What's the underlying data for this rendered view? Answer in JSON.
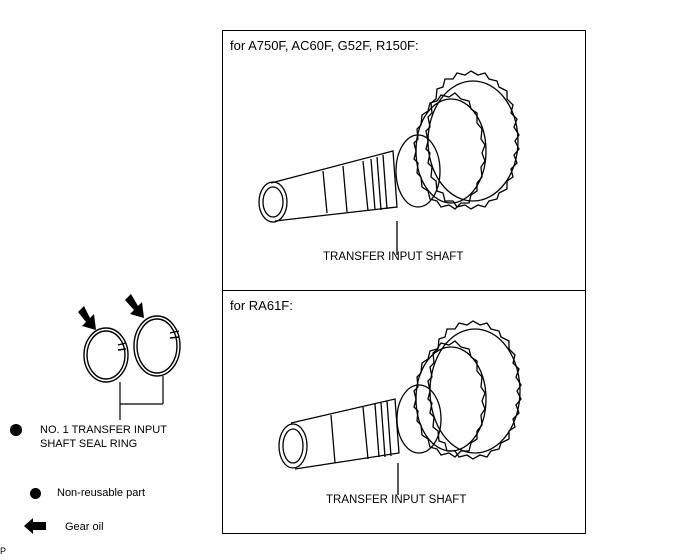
{
  "panels": [
    {
      "heading": "for A750F, AC60F, G52F, R150F:",
      "part_label": "TRANSFER INPUT SHAFT"
    },
    {
      "heading": "for RA61F:",
      "part_label": "TRANSFER INPUT SHAFT"
    }
  ],
  "seal_ring": {
    "label_line1": "NO. 1 TRANSFER INPUT",
    "label_line2": "SHAFT SEAL RING"
  },
  "legend": {
    "non_reusable": "Non-reusable part",
    "gear_oil": "Gear oil"
  },
  "footer": "P",
  "colors": {
    "line": "#000000",
    "background": "#ffffff"
  }
}
